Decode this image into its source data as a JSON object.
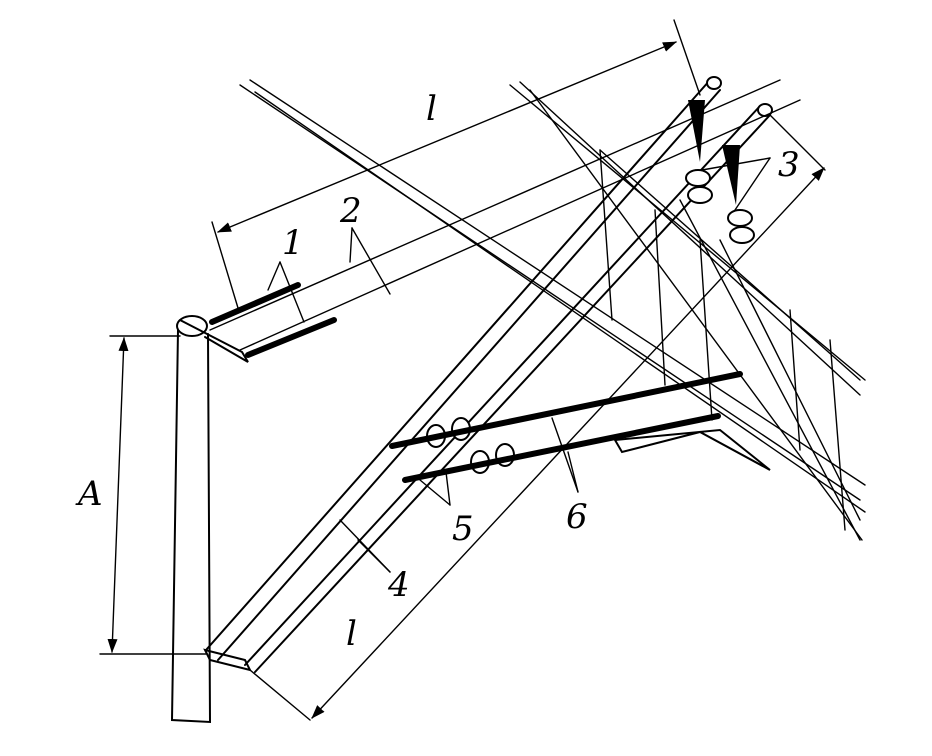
{
  "labels": {
    "span_top": "l",
    "span_bottom": "l",
    "height": "A",
    "n1": "1",
    "n2": "2",
    "n3": "3",
    "n4": "4",
    "n5": "5",
    "n6": "6"
  }
}
